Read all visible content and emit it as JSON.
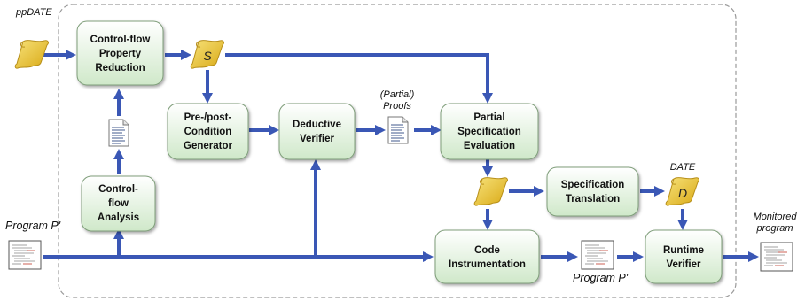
{
  "labels": {
    "ppdate": "ppDATE",
    "program_in": "Program P'",
    "program_out": "Program P'",
    "partial_proofs_line1": "(Partial)",
    "partial_proofs_line2": "Proofs",
    "date": "DATE",
    "monitored_line1": "Monitored",
    "monitored_line2": "program"
  },
  "scrolls": {
    "s_letter": "S",
    "d_letter": "D"
  },
  "boxes": {
    "cfpr": [
      "Control-flow",
      "Property",
      "Reduction"
    ],
    "cfa": [
      "Control-",
      "flow",
      "Analysis"
    ],
    "ppcg": [
      "Pre-/post-",
      "Condition",
      "Generator"
    ],
    "dv": [
      "Deductive",
      "Verifier"
    ],
    "pse": [
      "Partial",
      "Specification",
      "Evaluation"
    ],
    "st": [
      "Specification",
      "Translation"
    ],
    "ci": [
      "Code",
      "Instrumentation"
    ],
    "rv": [
      "Runtime",
      "Verifier"
    ]
  },
  "colors": {
    "arrow": "#3a57b5",
    "box_top": "#ffffff",
    "box_bottom": "#cfe8c9",
    "scroll": "#e8c23a",
    "boundary": "#9a9a9a"
  },
  "icons": {
    "scroll": "scroll-icon",
    "document": "document-icon",
    "program": "program-page-icon"
  }
}
